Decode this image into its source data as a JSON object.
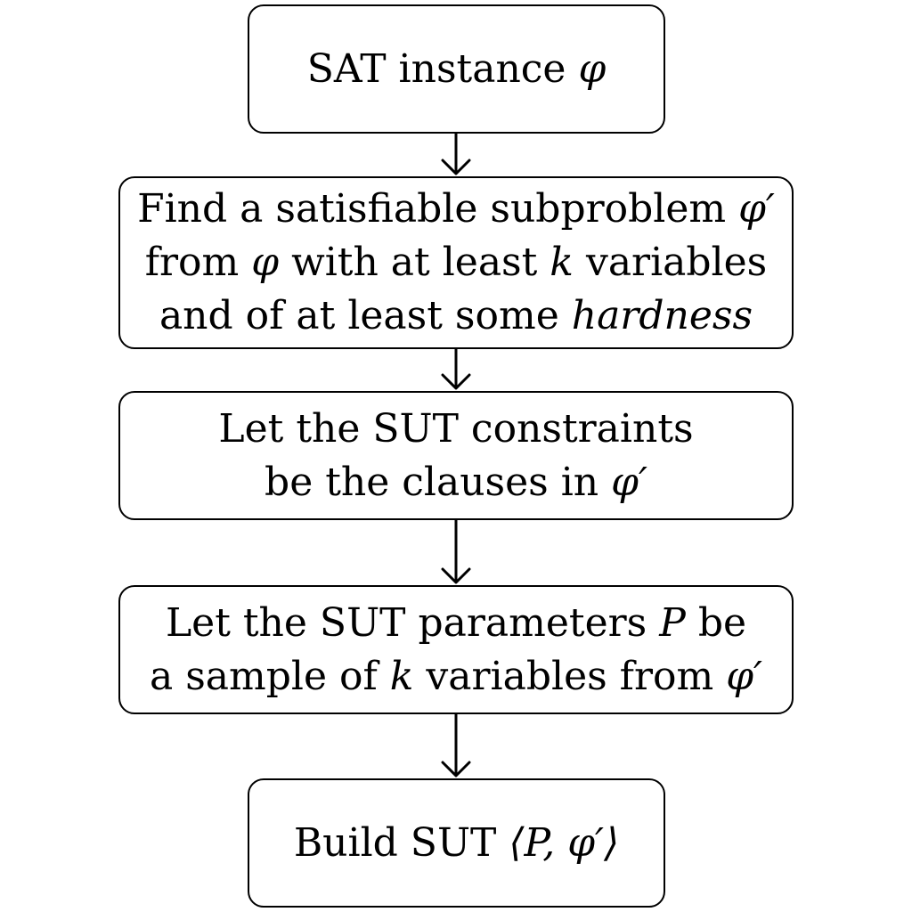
{
  "steps": [
    {
      "lines": [
        {
          "text": "SAT instance ",
          "var": "φ"
        }
      ]
    },
    {
      "lines": [
        {
          "text": "Find a satisfiable subproblem ",
          "var": "φ′"
        },
        {
          "pre": "from ",
          "var": "φ",
          "post": " with at least ",
          "var2": "k",
          "post2": " variables"
        },
        {
          "text": "and of at least some ",
          "em": "hardness"
        }
      ]
    },
    {
      "lines": [
        {
          "text": "Let the SUT constraints"
        },
        {
          "text": "be the clauses in ",
          "var": "φ′"
        }
      ]
    },
    {
      "lines": [
        {
          "text": "Let the SUT parameters ",
          "var": "P",
          "post": " be"
        },
        {
          "pre": "a sample of ",
          "var": "k",
          "post": " variables from ",
          "var2": "φ′"
        }
      ]
    },
    {
      "lines": [
        {
          "text": "Build SUT ",
          "expr": "⟨P, φ′⟩"
        }
      ]
    }
  ]
}
